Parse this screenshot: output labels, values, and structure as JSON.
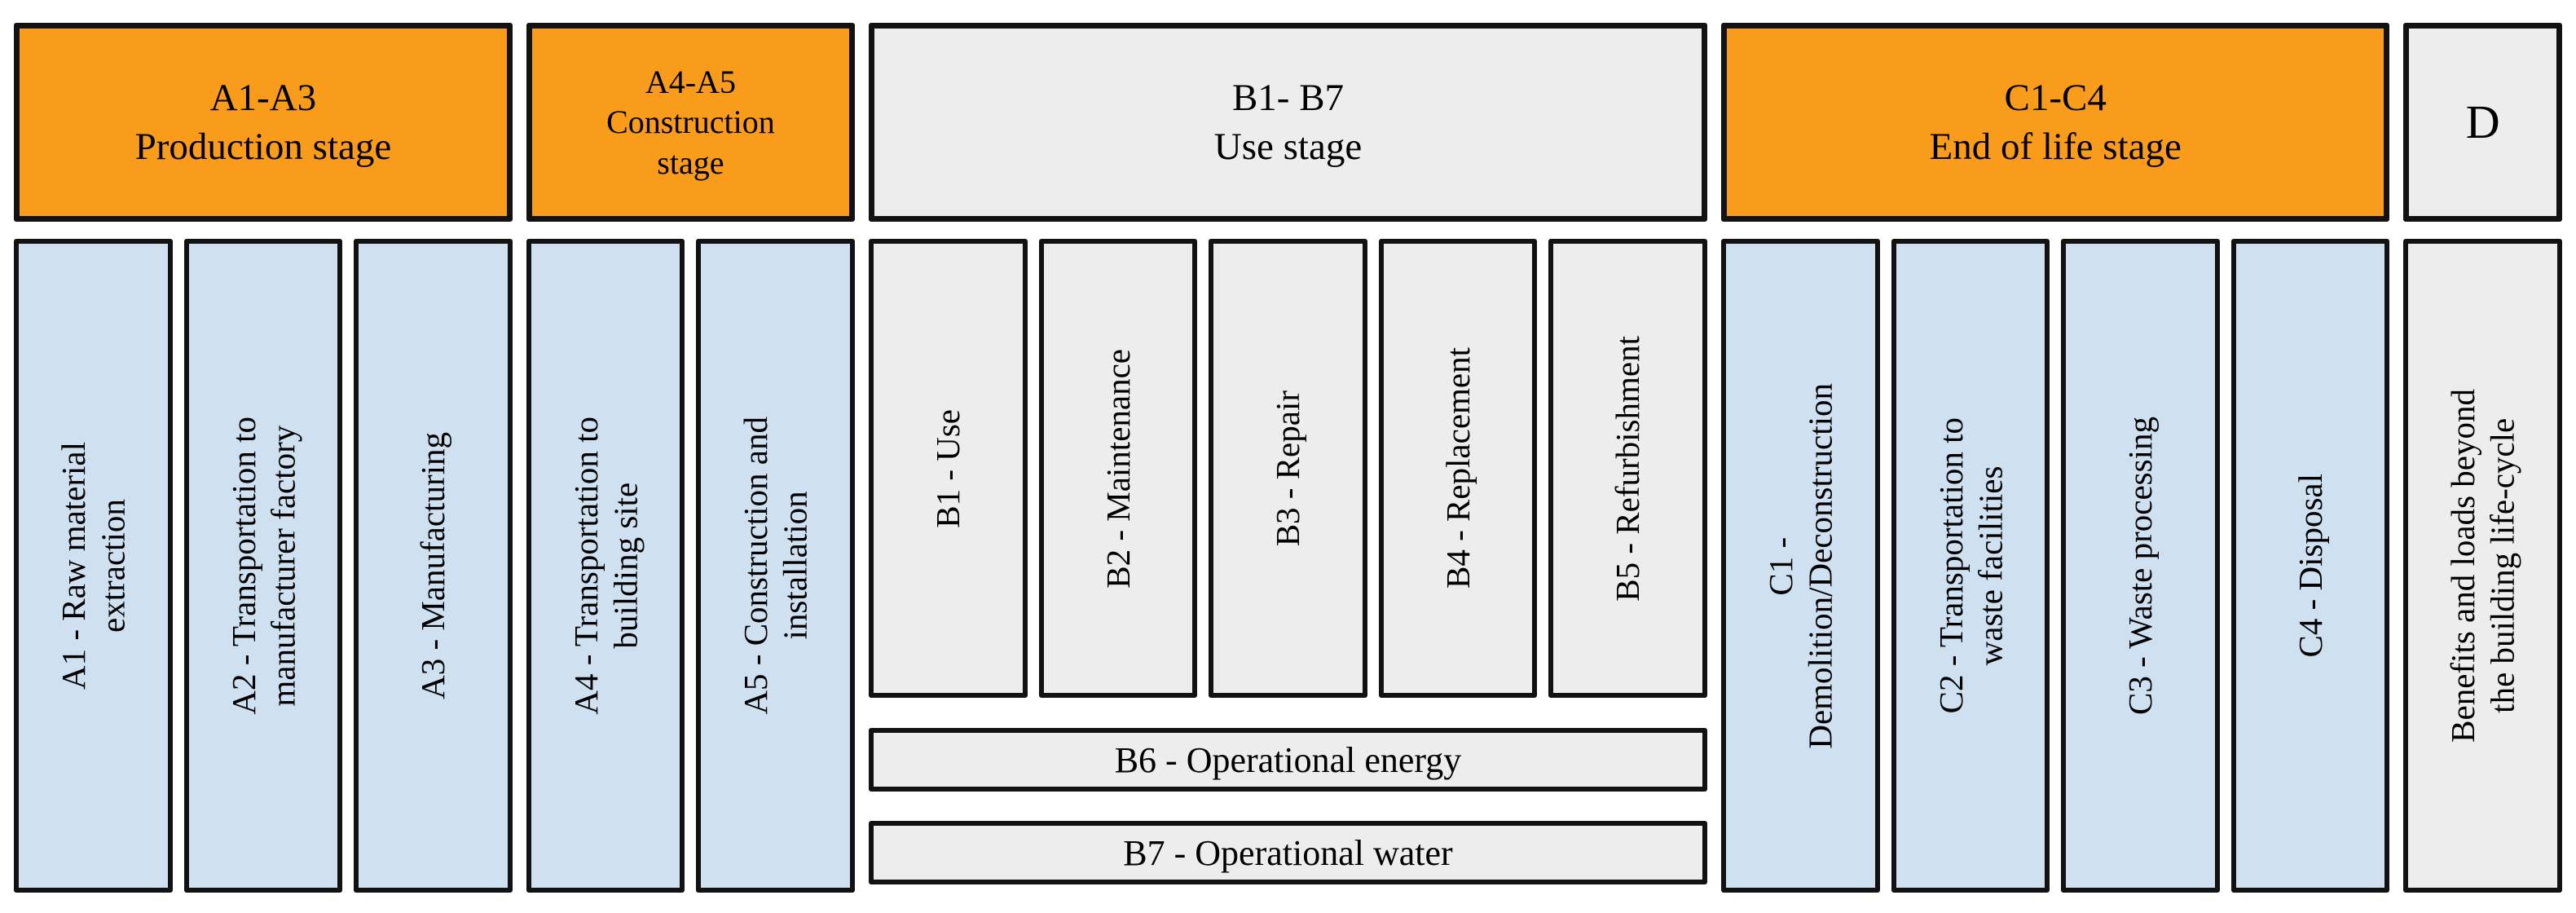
{
  "palette": {
    "stage-orange": "#FA9C1B",
    "cell-blue": "#CFE0F1",
    "cell-gray": "#EDEDED",
    "border-black": "#121212"
  },
  "diagram": {
    "groups": [
      {
        "name": "production",
        "header": "A1-A3\nProduction stage",
        "columns": [
          {
            "label": "A1 - Raw material\nextraction"
          },
          {
            "label": "A2 - Transportation to\nmanufacturer factory"
          },
          {
            "label": "A3 - Manufacturing"
          }
        ]
      },
      {
        "name": "construction",
        "header": "A4-A5\nConstruction\nstage",
        "columns": [
          {
            "label": "A4 - Transportation to\nbuilding site"
          },
          {
            "label": "A5 - Construction and\ninstallation"
          }
        ]
      },
      {
        "name": "use",
        "header": "B1- B7\nUse stage",
        "columns": [
          {
            "label": "B1 - Use"
          },
          {
            "label": "B2 - Maintenance"
          },
          {
            "label": "B3 - Repair"
          },
          {
            "label": "B4 - Replacement"
          },
          {
            "label": "B5 - Refurbishment"
          }
        ],
        "bars": [
          {
            "label": "B6 - Operational energy"
          },
          {
            "label": "B7 - Operational water"
          }
        ]
      },
      {
        "name": "end_of_life",
        "header": "C1-C4\nEnd of life stage",
        "columns": [
          {
            "label": "C1 -\nDemolition/Deconstruction"
          },
          {
            "label": "C2 - Transportation to\nwaste facilities"
          },
          {
            "label": "C3 - Waste processing"
          },
          {
            "label": "C4 - Disposal"
          }
        ]
      },
      {
        "name": "beyond",
        "header": "D",
        "columns": [
          {
            "label": "Benefits and loads beyond\nthe building life-cycle"
          }
        ]
      }
    ]
  }
}
